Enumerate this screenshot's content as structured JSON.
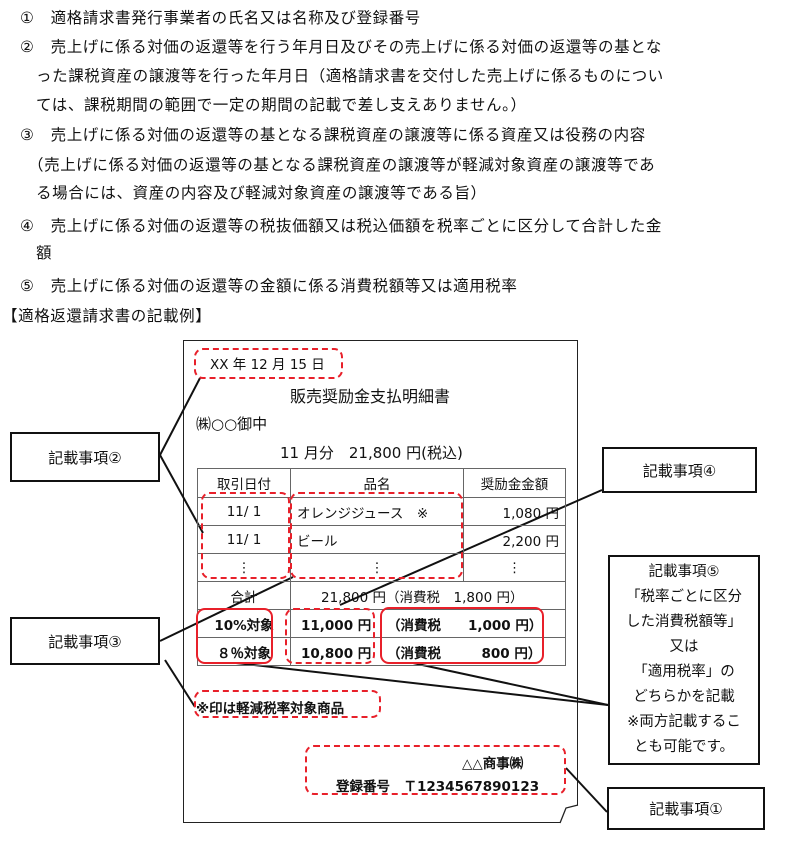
{
  "items": [
    "①　適格請求書発行事業者の氏名又は名称及び登録番号",
    "②　売上げに係る対価の返還等を行う年月日及びその売上げに係る対価の返還等の基とな",
    "った課税資産の譲渡等を行った年月日（適格請求書を交付した売上げに係るものについ",
    "ては、課税期間の範囲で一定の期間の記載で差し支えありません。）",
    "③　売上げに係る対価の返還等の基となる課税資産の譲渡等に係る資産又は役務の内容",
    "（売上げに係る対価の返還等の基となる課税資産の譲渡等が軽減対象資産の譲渡等であ",
    "る場合には、資産の内容及び軽減対象資産の譲渡等である旨）",
    "④　売上げに係る対価の返還等の税抜価額又は税込価額を税率ごとに区分して合計した金",
    "額",
    "⑤　売上げに係る対価の返還等の金額に係る消費税額等又は適用税率"
  ],
  "section_heading": "【適格返還請求書の記載例】",
  "doc": {
    "date": "XX 年 12 月 15 日",
    "title": "販売奨励金支払明細書",
    "addressee": "㈱○○御中",
    "summary": "11 月分　21,800 円(税込)",
    "headers": [
      "取引日付",
      "品名",
      "奨励金金額"
    ],
    "rows": [
      [
        "11/ 1",
        "オレンジジュース　※",
        "1,080 円"
      ],
      [
        "11/ 1",
        "ビール",
        "2,200 円"
      ],
      [
        "⋮",
        "⋮",
        "⋮"
      ]
    ],
    "total_label": "合計",
    "total_value": "21,800 円（消費税　1,800 円）",
    "rate_rows": [
      [
        "10%対象",
        "11,000 円",
        "（消費税　　1,000 円）"
      ],
      [
        "８％対象",
        "10,800 円",
        "（消費税　　　800 円）"
      ]
    ],
    "note": "※印は軽減税率対象商品",
    "issuer": "△△商事㈱",
    "reg_number": "登録番号　Ｔ1234567890123"
  },
  "callouts": {
    "c1": "記載事項①",
    "c2": "記載事項②",
    "c3": "記載事項③",
    "c4": "記載事項④",
    "c5": [
      "記載事項⑤",
      "「税率ごとに区分",
      "した消費税額等」",
      "又は",
      "「適用税率」の",
      "どちらかを記載",
      "※両方記載するこ",
      "とも可能です。"
    ]
  }
}
